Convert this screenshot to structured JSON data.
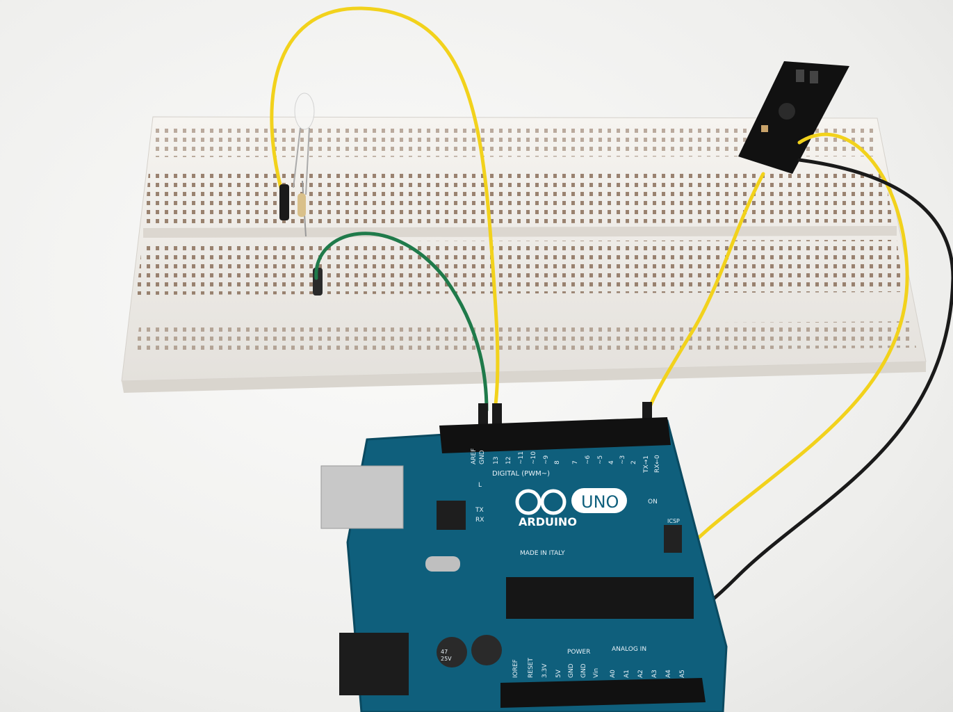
{
  "board": {
    "brand": "ARDUINO",
    "model": "UNO",
    "origin": "MADE IN ITALY",
    "digital_header": "DIGITAL (PWM~)",
    "digital_pins": [
      "AREF",
      "GND",
      "13",
      "12",
      "~11",
      "~10",
      "~9",
      "8",
      "7",
      "~6",
      "~5",
      "4",
      "~3",
      "2",
      "TX→1",
      "RX←0"
    ],
    "led_labels": [
      "L",
      "TX",
      "RX",
      "ON"
    ],
    "icsp": "ICSP",
    "power_header": "POWER",
    "analog_header": "ANALOG IN",
    "power_pins": [
      "IOREF",
      "RESET",
      "3.3V",
      "5V",
      "GND",
      "GND",
      "Vin"
    ],
    "analog_pins": [
      "A0",
      "A1",
      "A2",
      "A3",
      "A4",
      "A5"
    ],
    "capacitor_text": [
      "47",
      "25V"
    ]
  },
  "colors": {
    "board": "#0f5f7c",
    "breadboard": "#f2f0ec",
    "wire_yellow": "#f2d21c",
    "wire_green": "#1f7a4a",
    "wire_black": "#1a1a1a",
    "sensor_pcb": "#111111"
  }
}
